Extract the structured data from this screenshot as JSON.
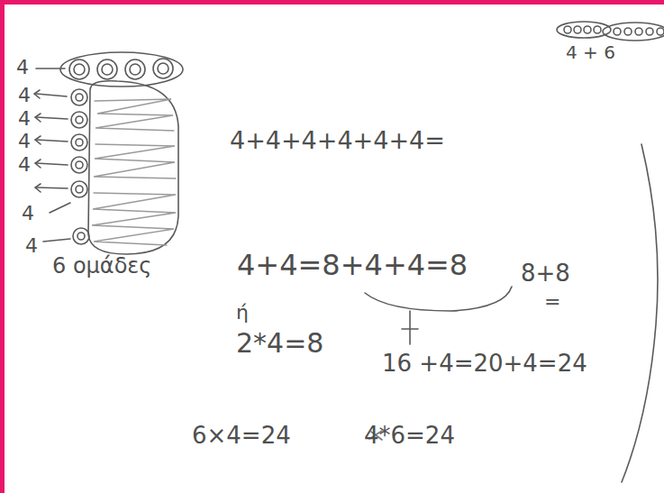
{
  "diagram": {
    "labels": [
      "4 + 6",
      "4",
      "4",
      "4",
      "4",
      "4",
      "4",
      "4",
      "4+4+4+4+4+4=",
      "6 ομάδες",
      "4+4=8+4+4=8",
      "8+8",
      "=",
      "ή",
      "2*4=8",
      "16 +4=20+4=24",
      "6×4=24",
      "4*6=24"
    ]
  }
}
